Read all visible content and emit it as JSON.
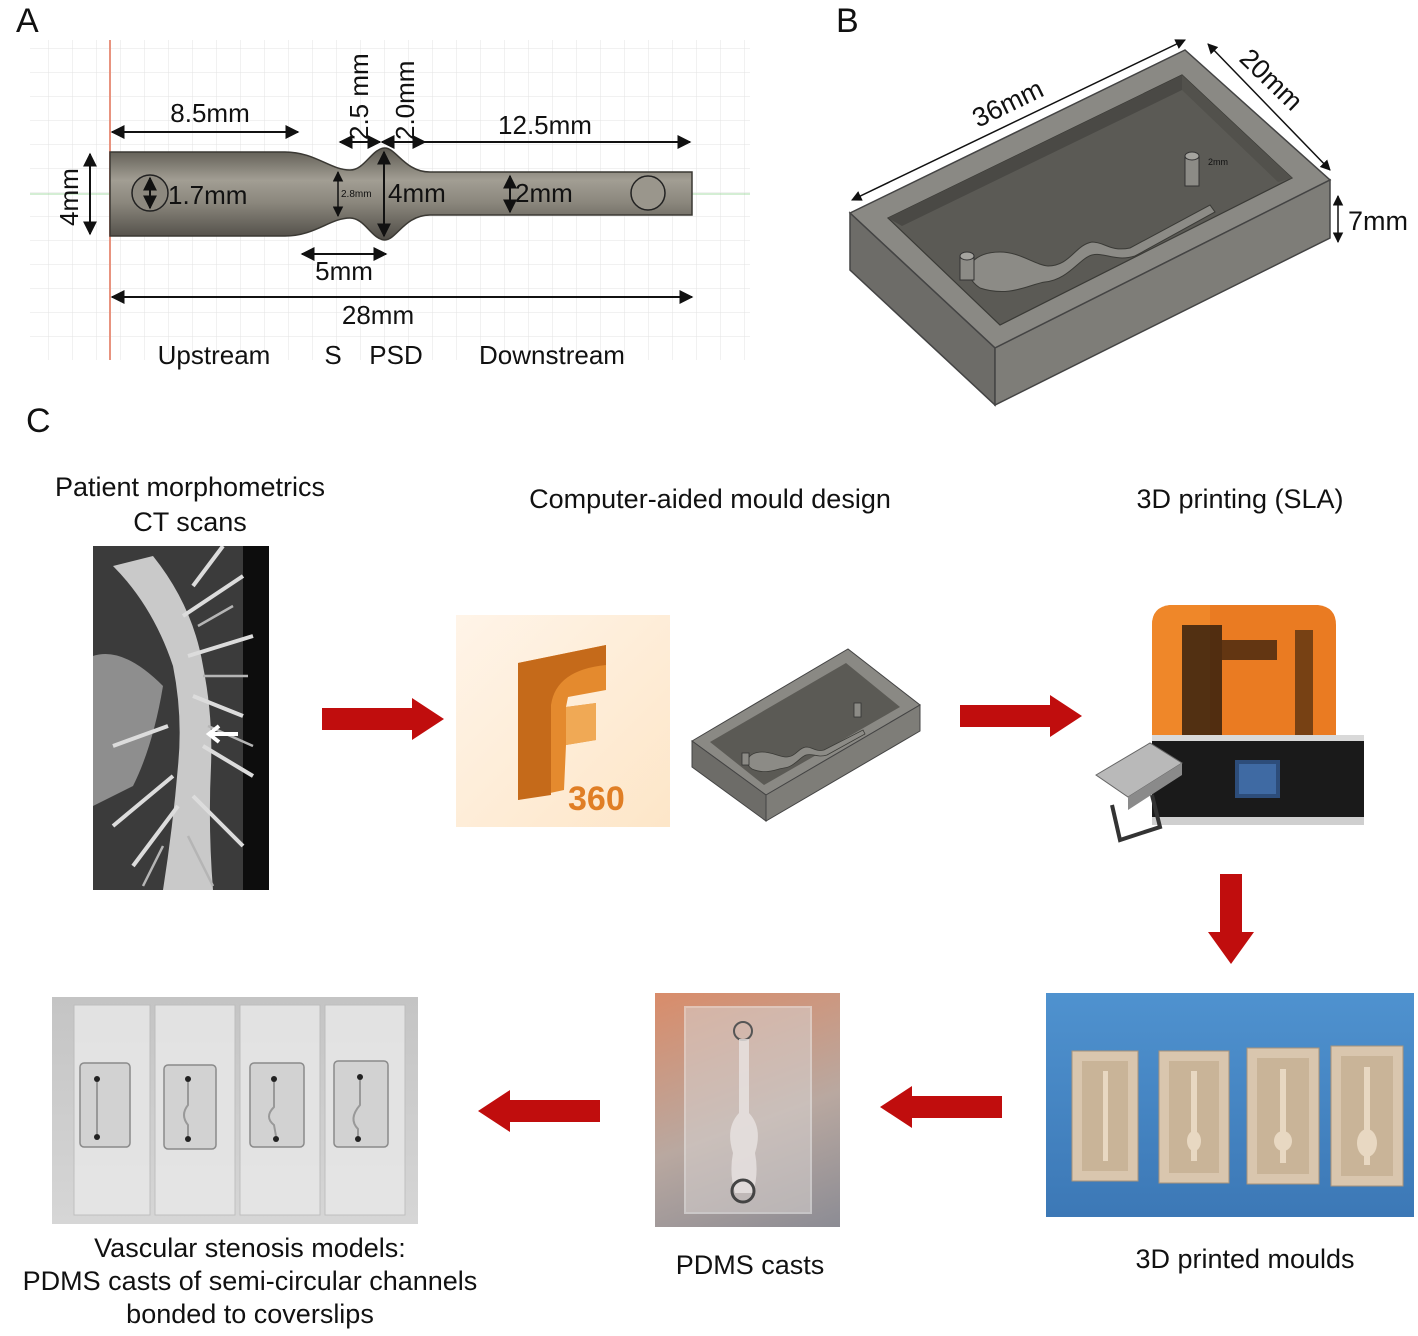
{
  "panels": {
    "a": "A",
    "b": "B",
    "c": "C"
  },
  "panel_a": {
    "dims": {
      "upstream_len": "8.5mm",
      "stenosis_len": "2.5 mm",
      "psd_len": "2.0mm",
      "downstream_len": "12.5mm",
      "inlet_height": "4mm",
      "inlet_diam": "1.7mm",
      "stenosis_diam": "2.8mm",
      "psd_diam": "4mm",
      "downstream_diam": "2mm",
      "span_5": "5mm",
      "total_len": "28mm"
    },
    "regions": {
      "upstream": "Upstream",
      "s": "S",
      "psd": "PSD",
      "downstream": "Downstream"
    }
  },
  "panel_b": {
    "length": "36mm",
    "width": "20mm",
    "depth": "7mm",
    "inner_small": "2mm"
  },
  "panel_c": {
    "ct_caption_line1": "Patient morphometrics",
    "ct_caption_line2": "CT scans",
    "cad_caption": "Computer-aided mould design",
    "print_caption": "3D printing (SLA)",
    "fusion_number": "360",
    "moulds_caption": "3D printed moulds",
    "pdms_caption": "PDMS casts",
    "models_line1": "Vascular stenosis models:",
    "models_line2": "PDMS casts of semi-circular channels",
    "models_line3": "bonded to coverslips"
  },
  "colors": {
    "arrow": "#c00d0d",
    "mould_grey": "#7b7a76",
    "printer_orange": "#e8700f",
    "fusion_orange": "#e48a2e"
  }
}
